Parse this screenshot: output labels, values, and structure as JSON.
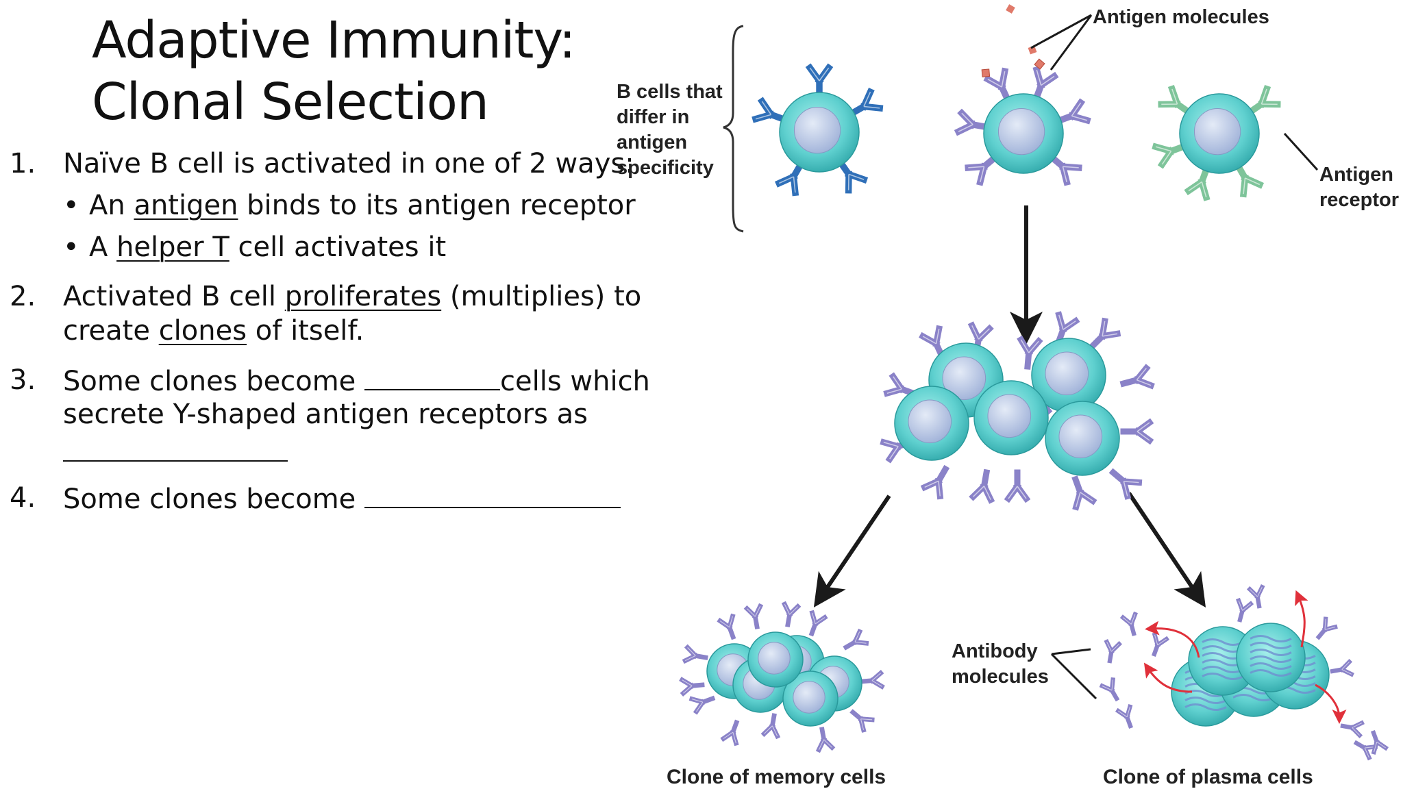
{
  "slide": {
    "title_line1": "Adaptive Immunity:",
    "title_line2": "Clonal Selection",
    "items": [
      {
        "number": "1.",
        "text": "Naïve B cell is activated in one of 2 ways:",
        "bullets": [
          {
            "before": "An ",
            "underlined": "antigen",
            "after": " binds to its antigen receptor"
          },
          {
            "before": "A ",
            "underlined": "helper T",
            "after": " cell activates it"
          }
        ]
      },
      {
        "number": "2.",
        "line1_before": "Activated B cell ",
        "line1_underlined": "proliferates",
        "line1_after": " (multiplies) to",
        "line2_before": "create ",
        "line2_underlined": "clones",
        "line2_after": " of itself."
      },
      {
        "number": "3.",
        "line1_before": "Some clones become ",
        "line1_after": "cells which",
        "line2": "secrete Y-shaped antigen receptors as"
      },
      {
        "number": "4.",
        "text": "Some clones become "
      }
    ]
  },
  "diagram": {
    "label_b_cells": [
      "B cells that",
      "differ in",
      "antigen",
      "specificity"
    ],
    "label_antigen_molecules": "Antigen molecules",
    "label_antigen_receptor": [
      "Antigen",
      "receptor"
    ],
    "label_antibody_molecules": [
      "Antibody",
      "molecules"
    ],
    "label_memory": "Clone of memory cells",
    "label_plasma": "Clone of plasma cells",
    "colors": {
      "cell_fill": "#5fd0cf",
      "cell_nucleus": "#b9c7e6",
      "receptor_blue": "#2f6fb8",
      "receptor_purple": "#8a82c8",
      "receptor_green": "#7ec49a",
      "antigen": "#e07a6a",
      "red_arrow": "#e0303a"
    }
  }
}
